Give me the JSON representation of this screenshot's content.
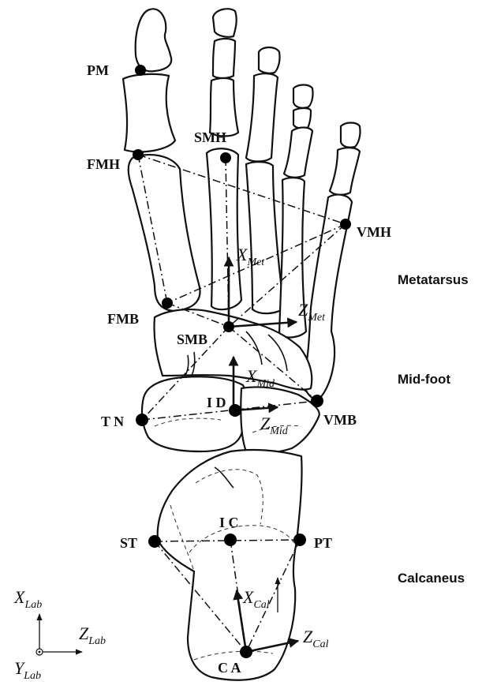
{
  "figure": {
    "landmarks": {
      "pm": "PM",
      "fmh": "FMH",
      "smh": "SMH",
      "vmh": "VMH",
      "fmb": "FMB",
      "smb": "SMB",
      "id": "I D",
      "tn": "T N",
      "vmb": "VMB",
      "st": "ST",
      "ic": "I C",
      "pt": "PT",
      "ca": "C A"
    },
    "regions": {
      "metatarsus": "Metatarsus",
      "midfoot": "Mid-foot",
      "calcaneus": "Calcaneus"
    },
    "axes": {
      "x_met": {
        "main": "X",
        "sub": "Met"
      },
      "z_met": {
        "main": "Z",
        "sub": "Met"
      },
      "x_mid": {
        "main": "X",
        "sub": "Mid"
      },
      "z_mid": {
        "main": "Z",
        "sub": "Mid"
      },
      "x_cal": {
        "main": "X",
        "sub": "Cal"
      },
      "z_cal": {
        "main": "Z",
        "sub": "Cal"
      },
      "x_lab": {
        "main": "X",
        "sub": "Lab"
      },
      "z_lab": {
        "main": "Z",
        "sub": "Lab"
      },
      "y_lab": {
        "main": "Y",
        "sub": "Lab"
      }
    }
  }
}
